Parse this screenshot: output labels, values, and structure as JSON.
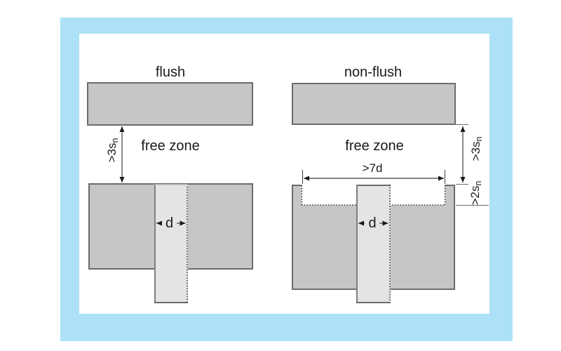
{
  "colors": {
    "frame_blue": "#ade1f7",
    "metal_gray": "#c6c6c6",
    "sensor_gray": "#e4e4e4",
    "outline_gray": "#6b6b6b",
    "text_ink": "#1a1a1a"
  },
  "diagram": {
    "panels": [
      {
        "id": "flush",
        "title": "flush",
        "free_zone_label": "free zone",
        "diameter_label": "d",
        "clearance_dim": {
          "prefix": ">3s",
          "sub": "n"
        }
      },
      {
        "id": "non-flush",
        "title": "non-flush",
        "free_zone_label": "free zone",
        "diameter_label": "d",
        "clearance_dim": {
          "prefix": ">3s",
          "sub": "n"
        },
        "recess_dim": {
          "prefix": ">2s",
          "sub": "n"
        },
        "width_dim": ">7d"
      }
    ]
  }
}
